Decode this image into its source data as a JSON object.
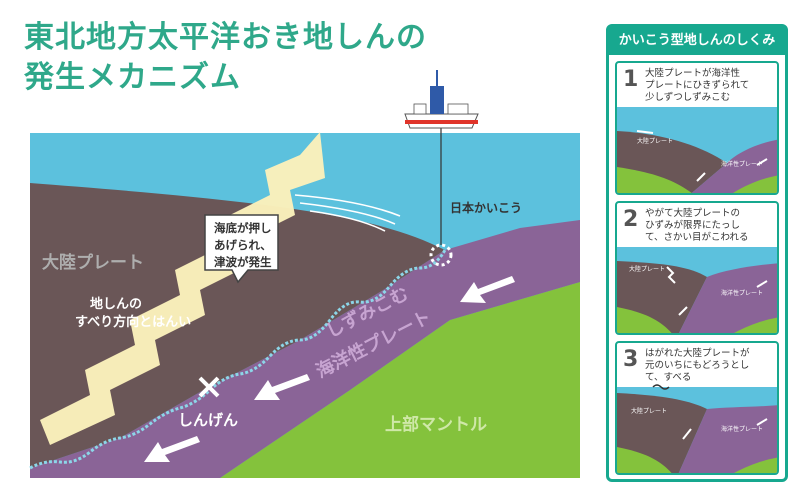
{
  "title": {
    "line1": "東北地方太平洋おき地しんの",
    "line2": "発生メカニズム"
  },
  "main": {
    "continental_plate": "大陸プレート",
    "rupture_label": "地しんの\nすべり方向とはんい",
    "callout": "海底が押し\nあげられ、\n津波が発生",
    "ship_label": "日本かいこう",
    "subducting_label_1": "しずみこむ",
    "subducting_label_2": "海洋性プレート",
    "epicenter_label": "しんげん",
    "mantle_label": "上部マントル"
  },
  "sidebar": {
    "title": "かいこう型地しんのしくみ",
    "steps": [
      {
        "num": "1",
        "text": "大陸プレートが海洋性\nプレートにひきずられて\n少しずつしずみこむ",
        "plate_a": "大陸プレート",
        "plate_b": "海洋性プレート"
      },
      {
        "num": "2",
        "text": "やがて大陸プレートの\nひずみが限界にたっし\nて、さかい目がこわれる",
        "plate_a": "大陸プレート",
        "plate_b": "海洋性プレート"
      },
      {
        "num": "3",
        "text": "はがれた大陸プレートが\n元のいちにもどろうとし\nて、すべる",
        "plate_a": "大陸プレート",
        "plate_b": "海洋性プレート"
      }
    ]
  },
  "colors": {
    "title": "#2fa88a",
    "ocean": "#5cc1dd",
    "continental": "#6a5657",
    "oceanic": "#8a6497",
    "mantle": "#84c23c",
    "arrow": "#fbf1bb",
    "accent": "#17a88f"
  }
}
